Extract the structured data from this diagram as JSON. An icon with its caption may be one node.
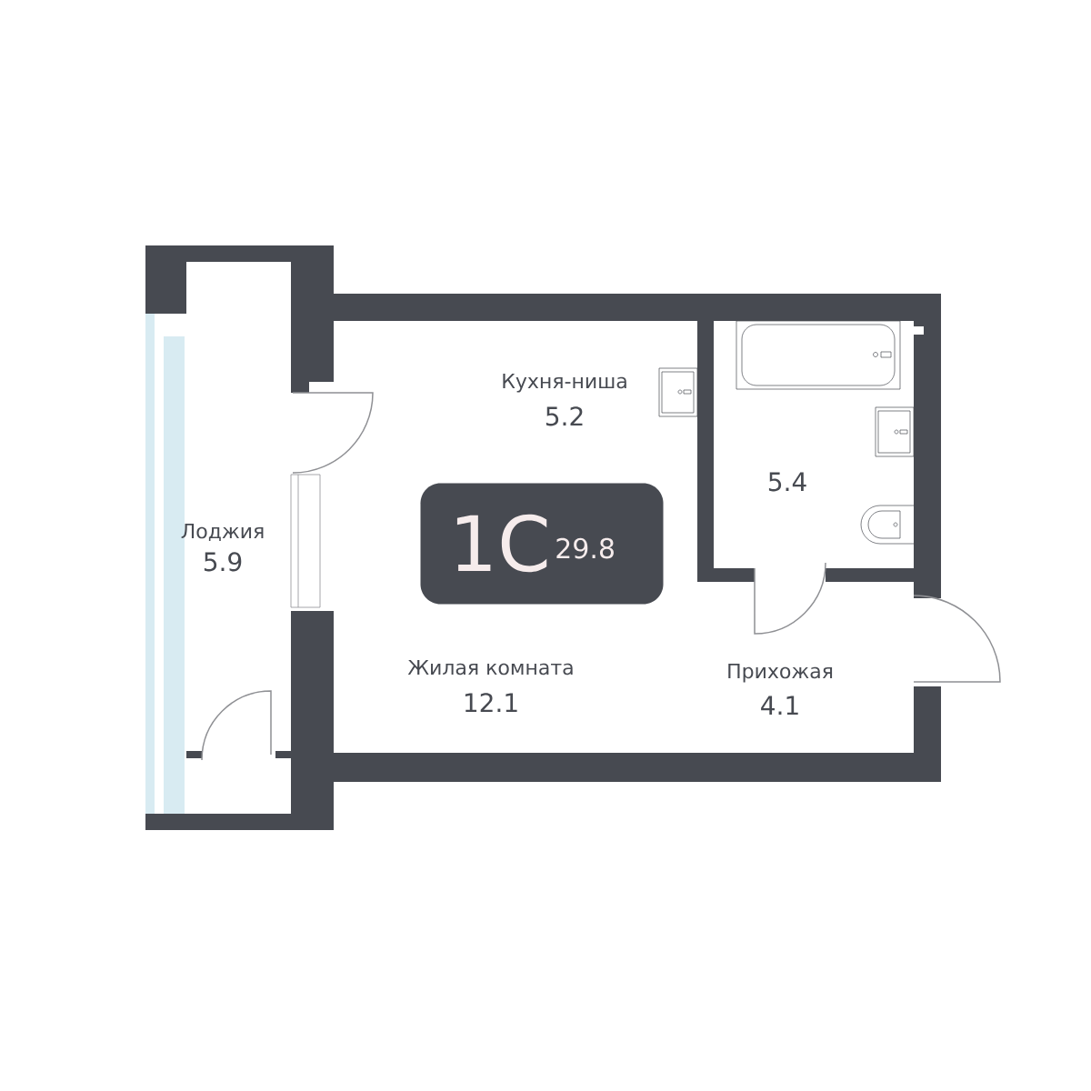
{
  "diagram": {
    "nodes": [
      {
        "text": [
          "1С",
          "29.8"
        ]
      }
    ],
    "edges": [],
    "labels": [
      "Кухня-ниша",
      "5.2",
      "Лоджия",
      "5.9",
      "5.4",
      "Жилая комната",
      "12.1",
      "Прихожая",
      "4.1"
    ]
  }
}
